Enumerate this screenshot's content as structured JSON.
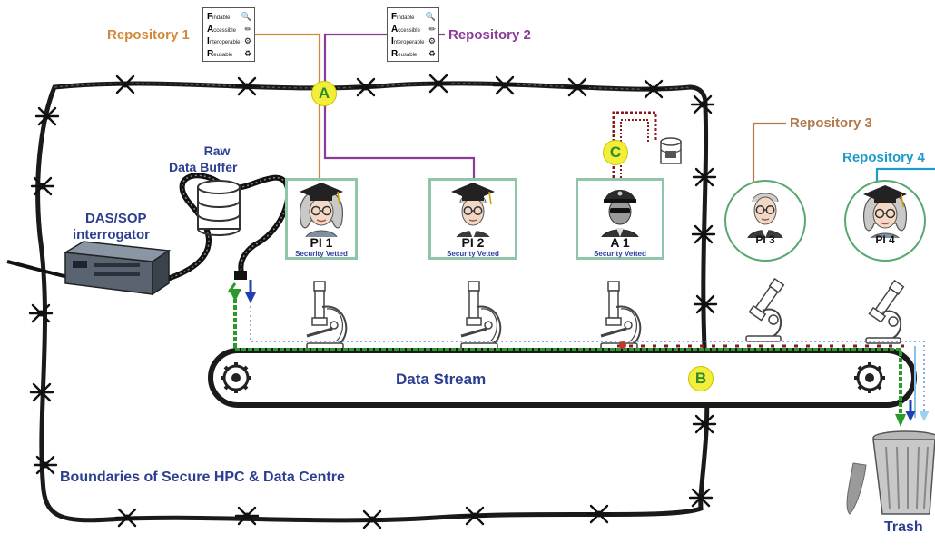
{
  "diagram": {
    "repositories": [
      {
        "label": "Repository 1",
        "color": "#d08a3a"
      },
      {
        "label": "Repository 2",
        "color": "#8a3c98"
      },
      {
        "label": "Repository 3",
        "color": "#b0794e"
      },
      {
        "label": "Repository 4",
        "color": "#1e9bc9"
      }
    ],
    "fair": [
      {
        "letter": "F",
        "word": "indable",
        "icon": "magnifier-icon"
      },
      {
        "letter": "A",
        "word": "ccessible",
        "icon": "key-icon"
      },
      {
        "letter": "I",
        "word": "nteroperable",
        "icon": "gears-icon"
      },
      {
        "letter": "R",
        "word": "eusable",
        "icon": "recycle-icon"
      }
    ],
    "raw_buffer": {
      "line1": "Raw",
      "line2": "Data Buffer"
    },
    "interrogator": {
      "line1": "DAS/SOP",
      "line2": "interrogator"
    },
    "vetted_users": [
      {
        "name": "PI 1",
        "tag": "Security Vetted"
      },
      {
        "name": "PI 2",
        "tag": "Security Vetted"
      },
      {
        "name": "A 1",
        "tag": "Security Vetted"
      }
    ],
    "external_users": [
      {
        "name": "PI 3"
      },
      {
        "name": "PI 4"
      }
    ],
    "markers": {
      "a": "A",
      "b": "B",
      "c": "C"
    },
    "data_stream": "Data Stream",
    "boundary": "Boundaries of Secure HPC & Data Centre",
    "trash": "Trash",
    "colors": {
      "label_blue": "#2c3e91",
      "stream_green": "#2b9a2b",
      "arrow_blue": "#1f3fb0",
      "wire": "#1a1a1a",
      "card_border": "#8fc5a8",
      "badge": "#f2ee3a",
      "access_red": "#8b1a1a"
    }
  }
}
